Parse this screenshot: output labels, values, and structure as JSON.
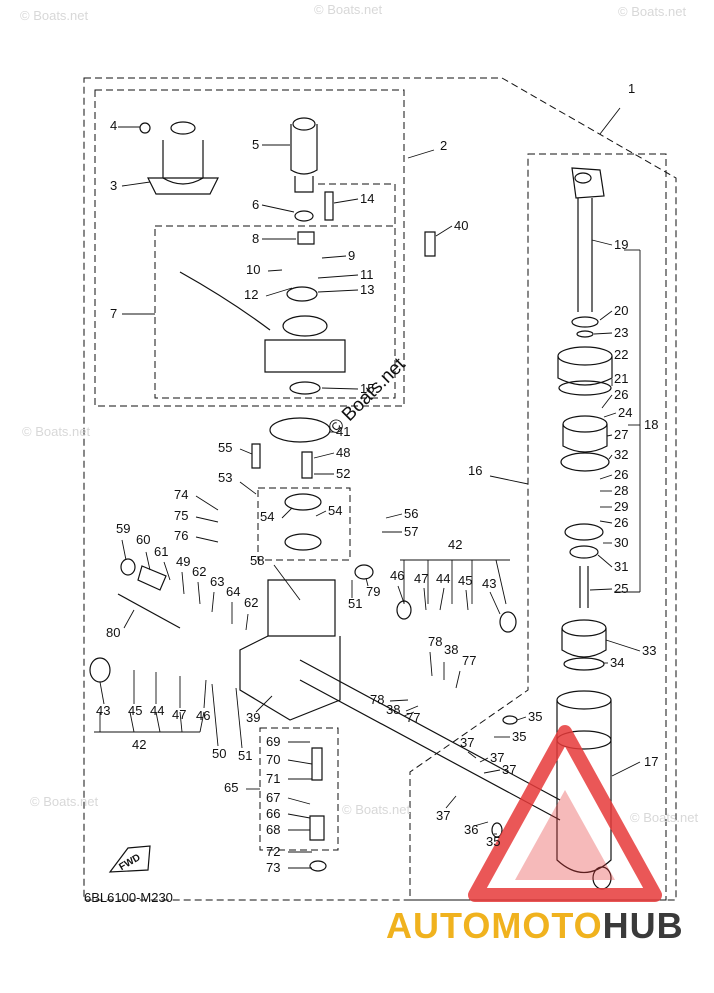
{
  "diagram": {
    "part_code": "6BL6100-M230",
    "fwd_label": "FWD",
    "watermark_main": "© Boats.net",
    "watermark_faint": "© Boats.net",
    "brand_part1": "AUTOMOTO",
    "brand_part2": "HUB",
    "colors": {
      "brand_orange": "#f0b21e",
      "brand_dark": "#3a3a3a",
      "logo_red": "#e63a3a",
      "line": "#111111"
    },
    "callouts": [
      {
        "id": "c1",
        "text": "1"
      },
      {
        "id": "c2",
        "text": "2"
      },
      {
        "id": "c3",
        "text": "3"
      },
      {
        "id": "c4",
        "text": "4"
      },
      {
        "id": "c5",
        "text": "5"
      },
      {
        "id": "c6",
        "text": "6"
      },
      {
        "id": "c7",
        "text": "7"
      },
      {
        "id": "c8",
        "text": "8"
      },
      {
        "id": "c9",
        "text": "9"
      },
      {
        "id": "c10",
        "text": "10"
      },
      {
        "id": "c11",
        "text": "11"
      },
      {
        "id": "c12",
        "text": "12"
      },
      {
        "id": "c13",
        "text": "13"
      },
      {
        "id": "c14",
        "text": "14"
      },
      {
        "id": "c15",
        "text": "15"
      },
      {
        "id": "c16",
        "text": "16"
      },
      {
        "id": "c17",
        "text": "17"
      },
      {
        "id": "c18",
        "text": "18"
      },
      {
        "id": "c19",
        "text": "19"
      },
      {
        "id": "c20",
        "text": "20"
      },
      {
        "id": "c21",
        "text": "21"
      },
      {
        "id": "c22",
        "text": "22"
      },
      {
        "id": "c23",
        "text": "23"
      },
      {
        "id": "c24",
        "text": "24"
      },
      {
        "id": "c25",
        "text": "25"
      },
      {
        "id": "c26a",
        "text": "26"
      },
      {
        "id": "c26b",
        "text": "26"
      },
      {
        "id": "c26c",
        "text": "26"
      },
      {
        "id": "c27",
        "text": "27"
      },
      {
        "id": "c28",
        "text": "28"
      },
      {
        "id": "c29",
        "text": "29"
      },
      {
        "id": "c30",
        "text": "30"
      },
      {
        "id": "c31",
        "text": "31"
      },
      {
        "id": "c32",
        "text": "32"
      },
      {
        "id": "c33",
        "text": "33"
      },
      {
        "id": "c34",
        "text": "34"
      },
      {
        "id": "c35a",
        "text": "35"
      },
      {
        "id": "c35b",
        "text": "35"
      },
      {
        "id": "c35c",
        "text": "35"
      },
      {
        "id": "c36",
        "text": "36"
      },
      {
        "id": "c37a",
        "text": "37"
      },
      {
        "id": "c37b",
        "text": "37"
      },
      {
        "id": "c37c",
        "text": "37"
      },
      {
        "id": "c37d",
        "text": "37"
      },
      {
        "id": "c38a",
        "text": "38"
      },
      {
        "id": "c38b",
        "text": "38"
      },
      {
        "id": "c39",
        "text": "39"
      },
      {
        "id": "c40",
        "text": "40"
      },
      {
        "id": "c41",
        "text": "41"
      },
      {
        "id": "c42a",
        "text": "42"
      },
      {
        "id": "c42b",
        "text": "42"
      },
      {
        "id": "c43a",
        "text": "43"
      },
      {
        "id": "c43b",
        "text": "43"
      },
      {
        "id": "c44a",
        "text": "44"
      },
      {
        "id": "c44b",
        "text": "44"
      },
      {
        "id": "c45a",
        "text": "45"
      },
      {
        "id": "c45b",
        "text": "45"
      },
      {
        "id": "c46a",
        "text": "46"
      },
      {
        "id": "c46b",
        "text": "46"
      },
      {
        "id": "c47a",
        "text": "47"
      },
      {
        "id": "c47b",
        "text": "47"
      },
      {
        "id": "c48",
        "text": "48"
      },
      {
        "id": "c49",
        "text": "49"
      },
      {
        "id": "c50",
        "text": "50"
      },
      {
        "id": "c51a",
        "text": "51"
      },
      {
        "id": "c51b",
        "text": "51"
      },
      {
        "id": "c52",
        "text": "52"
      },
      {
        "id": "c53",
        "text": "53"
      },
      {
        "id": "c54a",
        "text": "54"
      },
      {
        "id": "c54b",
        "text": "54"
      },
      {
        "id": "c55",
        "text": "55"
      },
      {
        "id": "c56",
        "text": "56"
      },
      {
        "id": "c57",
        "text": "57"
      },
      {
        "id": "c58",
        "text": "58"
      },
      {
        "id": "c59",
        "text": "59"
      },
      {
        "id": "c60",
        "text": "60"
      },
      {
        "id": "c61",
        "text": "61"
      },
      {
        "id": "c62a",
        "text": "62"
      },
      {
        "id": "c62b",
        "text": "62"
      },
      {
        "id": "c63",
        "text": "63"
      },
      {
        "id": "c64",
        "text": "64"
      },
      {
        "id": "c65",
        "text": "65"
      },
      {
        "id": "c66",
        "text": "66"
      },
      {
        "id": "c67",
        "text": "67"
      },
      {
        "id": "c68",
        "text": "68"
      },
      {
        "id": "c69",
        "text": "69"
      },
      {
        "id": "c70",
        "text": "70"
      },
      {
        "id": "c71",
        "text": "71"
      },
      {
        "id": "c72",
        "text": "72"
      },
      {
        "id": "c73",
        "text": "73"
      },
      {
        "id": "c74",
        "text": "74"
      },
      {
        "id": "c75",
        "text": "75"
      },
      {
        "id": "c76",
        "text": "76"
      },
      {
        "id": "c77a",
        "text": "77"
      },
      {
        "id": "c77b",
        "text": "77"
      },
      {
        "id": "c78a",
        "text": "78"
      },
      {
        "id": "c78b",
        "text": "78"
      },
      {
        "id": "c79",
        "text": "79"
      },
      {
        "id": "c80",
        "text": "80"
      }
    ]
  }
}
